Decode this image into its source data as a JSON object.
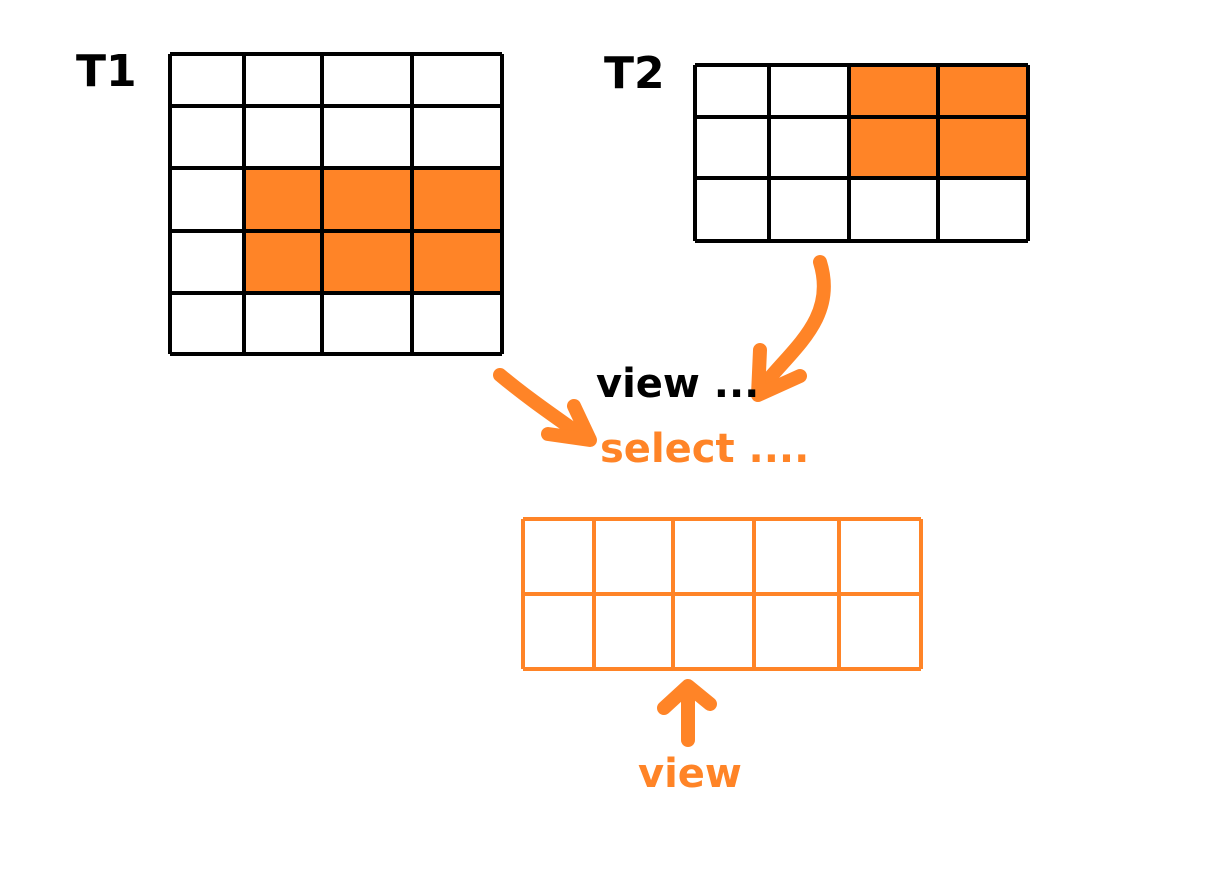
{
  "colors": {
    "accent": "#FF8427",
    "ink": "#000000",
    "background": "#FFFFFF"
  },
  "tables": [
    {
      "label": "T1",
      "rows": 5,
      "cols": 4,
      "highlighted": [
        [
          2,
          1
        ],
        [
          2,
          2
        ],
        [
          2,
          3
        ],
        [
          3,
          1
        ],
        [
          3,
          2
        ],
        [
          3,
          3
        ]
      ]
    },
    {
      "label": "T2",
      "rows": 3,
      "cols": 4,
      "highlighted": [
        [
          0,
          2
        ],
        [
          0,
          3
        ],
        [
          1,
          2
        ],
        [
          1,
          3
        ]
      ]
    }
  ],
  "code": {
    "view_line": "view ...",
    "select_line": "select ...."
  },
  "result": {
    "rows": 2,
    "cols": 5,
    "label": "view"
  }
}
